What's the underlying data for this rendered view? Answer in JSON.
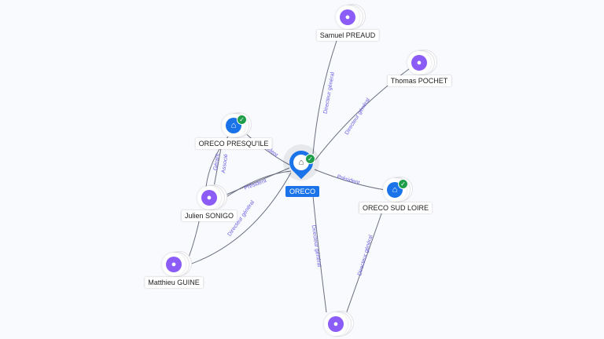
{
  "nodes": {
    "samuel": {
      "label": "Samuel PREAUD",
      "type": "person"
    },
    "thomas": {
      "label": "Thomas POCHET",
      "type": "person"
    },
    "presquile": {
      "label": "ORECO PRESQU'ILE",
      "type": "company"
    },
    "oreco": {
      "label": "ORECO",
      "type": "company"
    },
    "sudloire": {
      "label": "ORECO SUD LOIRE",
      "type": "company"
    },
    "julien": {
      "label": "Julien SONIGO",
      "type": "person"
    },
    "matthieu": {
      "label": "Matthieu GUINE",
      "type": "person"
    },
    "bottom": {
      "label": "",
      "type": "person"
    }
  },
  "edges": {
    "samuel_dg": "Directeur général",
    "thomas_dg": "Directeur général",
    "sudloire_pres": "Président",
    "presquile_pres": "Président",
    "julien_pres": "Président",
    "julien_gerant": "Gérant",
    "julien_associe": "Associé",
    "matthieu_dg": "Directeur général",
    "bottom_dg1": "Directeur général",
    "bottom_dg2": "Directeur général"
  },
  "colors": {
    "person": "#8b5cf6",
    "company": "#1a73e8",
    "edge_label": "#6d5fe0",
    "verified": "#1e9e4a"
  }
}
